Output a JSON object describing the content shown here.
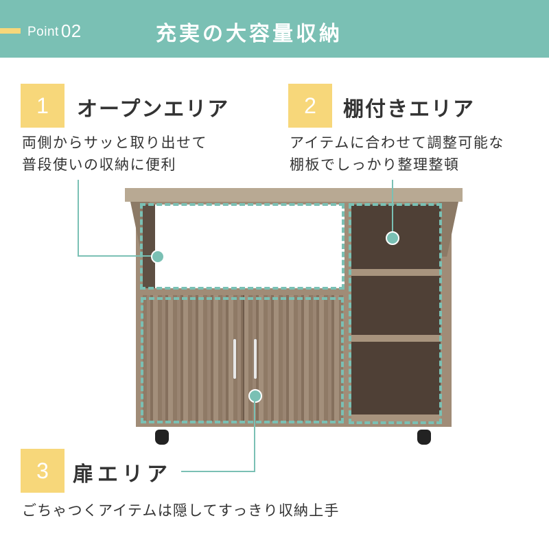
{
  "header": {
    "point_label": "Point",
    "point_number": "02",
    "title": "充実の大容量収納"
  },
  "sections": [
    {
      "number": "1",
      "title": "オープンエリア",
      "desc_line1": "両側からサッと取り出せて",
      "desc_line2": "普段使いの収納に便利"
    },
    {
      "number": "2",
      "title": "棚付きエリア",
      "desc_line1": "アイテムに合わせて調整可能な",
      "desc_line2": "棚板でしっかり整理整頓"
    },
    {
      "number": "3",
      "title": "扉エリア",
      "desc_line1": "ごちゃつくアイテムは隠してすっきり収納上手"
    }
  ],
  "colors": {
    "accent_teal": "#7ac0b4",
    "badge_yellow": "#f7d77a",
    "text_dark": "#333333"
  }
}
